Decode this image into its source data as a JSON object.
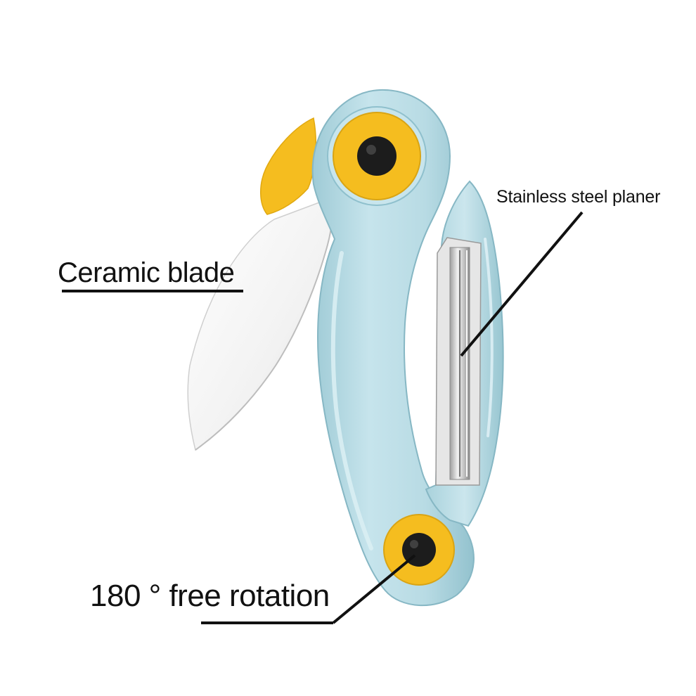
{
  "callouts": {
    "blade": "Ceramic blade",
    "planer": "Stainless steel planer",
    "rotation": "180 ° free rotation"
  },
  "colors": {
    "background": "#ffffff",
    "handle_blue": "#b9dde6",
    "handle_blue_dark": "#8fc0cd",
    "accent_yellow": "#f5bd1f",
    "rivet_black": "#1c1c1c",
    "blade_white": "#f4f4f4",
    "steel": "#cfcfcf",
    "text": "#111111"
  },
  "icons": {
    "eye": "toucan-eye-rivet",
    "pivot": "pivot-rivet",
    "beak": "yellow-beak"
  }
}
